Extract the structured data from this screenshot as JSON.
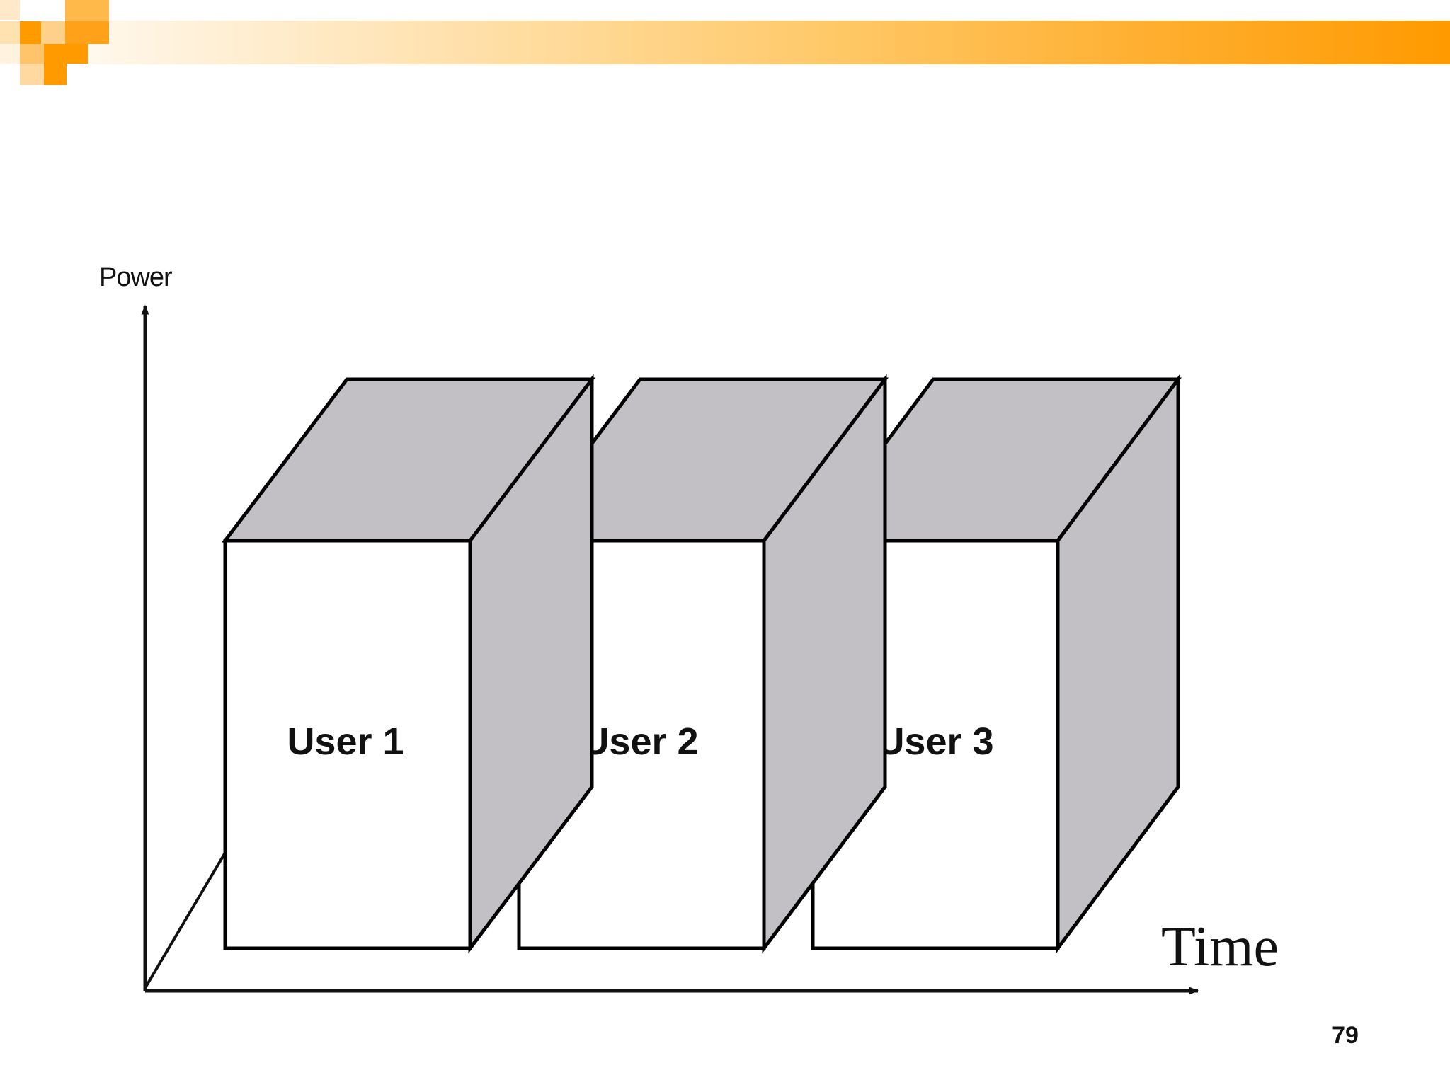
{
  "header": {
    "bar_gradient": [
      "#ffffff",
      "#ffe2b0",
      "#ffc866",
      "#ff9a00"
    ],
    "logo_colors": [
      "#ff9a00",
      "#ffc36a",
      "#ffe2b0"
    ],
    "logo_icon": "orange-pixel-block-icon"
  },
  "diagram": {
    "axes": {
      "vertical_label": "Power",
      "horizontal_label": "Time"
    },
    "blocks": [
      {
        "label": "User 1"
      },
      {
        "label": "User 2"
      },
      {
        "label": "User 3"
      }
    ],
    "colors": {
      "front_face": "#ffffff",
      "side_faces": "#c2c0c4",
      "outline": "#000000"
    }
  },
  "footer": {
    "page_number": "79"
  }
}
